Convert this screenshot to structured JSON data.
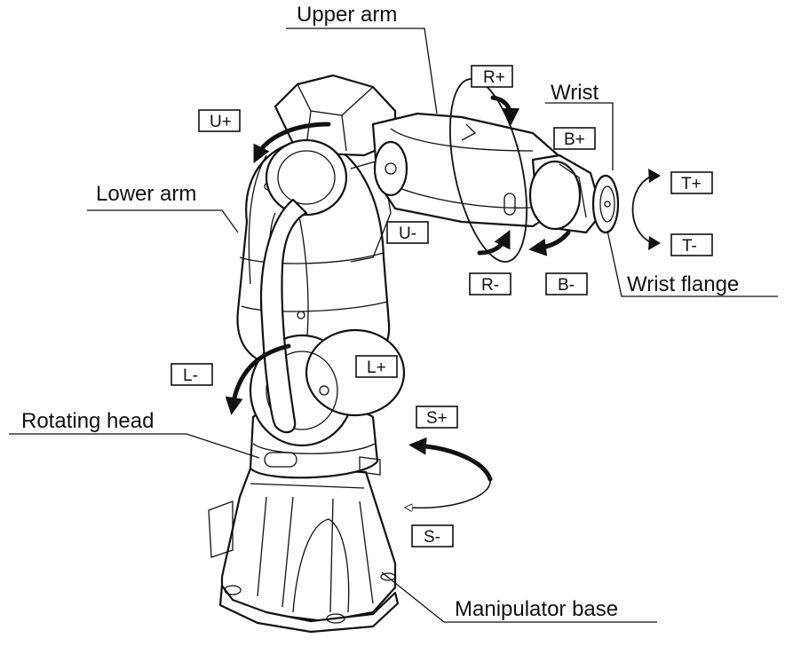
{
  "parts": {
    "upper_arm": "Upper arm",
    "wrist": "Wrist",
    "lower_arm": "Lower arm",
    "wrist_flange": "Wrist flange",
    "rotating_head": "Rotating head",
    "manipulator_base": "Manipulator base"
  },
  "axes": {
    "r_plus": "R+",
    "u_plus": "U+",
    "b_plus": "B+",
    "t_plus": "T+",
    "u_minus": "U-",
    "t_minus": "T-",
    "r_minus": "R-",
    "b_minus": "B-",
    "l_minus": "L-",
    "l_plus": "L+",
    "s_plus": "S+",
    "s_minus": "S-"
  },
  "colors": {
    "line": "#111111",
    "background": "#ffffff"
  }
}
